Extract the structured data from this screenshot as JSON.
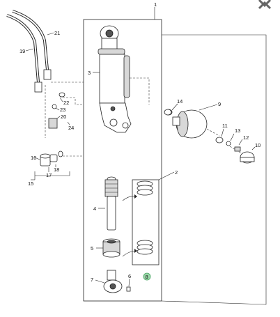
{
  "callouts": {
    "c1": "1",
    "c2": "2",
    "c3": "3",
    "c4": "4",
    "c5": "5",
    "c6": "6",
    "c7": "7",
    "c8": "8",
    "c9": "9",
    "c10": "10",
    "c11": "11",
    "c12": "12",
    "c13": "13",
    "c14": "14",
    "c15": "15",
    "c16": "16",
    "c17": "17",
    "c18": "18",
    "c19": "19",
    "c20": "20",
    "c21": "21",
    "c22": "22",
    "c23": "23",
    "c24": "24"
  },
  "colors": {
    "highlight": "#9ad6a8",
    "line": "#222222"
  },
  "icons": {
    "corner": "close-x-icon"
  }
}
